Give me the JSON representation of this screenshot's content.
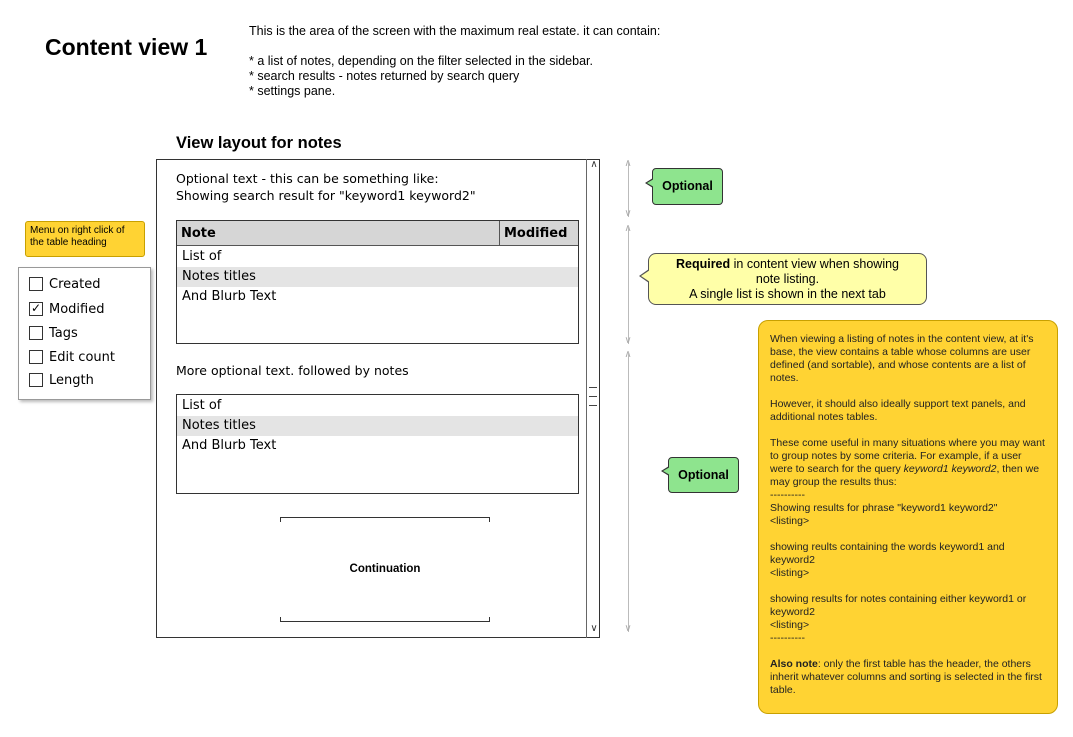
{
  "title": "Content view 1",
  "intro": {
    "line1": "This is the area of the screen with the maximum real estate. it can contain:",
    "bullet1": "* a list of notes, depending on the filter selected in the sidebar.",
    "bullet2": "* search results - notes returned by search query",
    "bullet3": "* settings pane."
  },
  "view_heading": "View layout for notes",
  "optional_text": {
    "line1": "Optional text - this can be something like:",
    "line2": "Showing search result for \"keyword1 keyword2\""
  },
  "table1": {
    "headers": [
      "Note",
      "Modified"
    ],
    "rows": [
      "List of",
      "Notes titles",
      "And Blurb Text"
    ]
  },
  "more_text": "More optional text. followed by notes",
  "table2": {
    "rows": [
      "List of",
      "Notes titles",
      "And Blurb Text"
    ]
  },
  "continuation": "Continuation",
  "callouts": {
    "optional1": "Optional",
    "optional2": "Optional",
    "required_bold": "Required",
    "required_rest": " in content view when showing",
    "required_line2": "note listing.",
    "required_line3": "A single list is shown in the next tab"
  },
  "menu_note": "Menu on right click of the table heading",
  "column_menu": {
    "items": [
      {
        "label": "Created",
        "checked": false
      },
      {
        "label": "Modified",
        "checked": true
      },
      {
        "label": "Tags",
        "checked": false
      },
      {
        "label": "Edit count",
        "checked": false
      },
      {
        "label": "Length",
        "checked": false
      }
    ]
  },
  "big_note": {
    "p1": "When viewing a listing of notes in the content view, at it's base, the view contains a table whose columns are user defined (and sortable), and whose contents are a list of notes.",
    "p2": "However, it should also ideally support text panels, and additional notes tables.",
    "p3_a": "These come useful in many situations where you may want to group notes by some criteria. For example, if a user were to search for the query ",
    "p3_query": "keyword1 keyword2",
    "p3_b": ", then we may group the results thus:",
    "sep1": "----------",
    "g1_a": "Showing results for phrase \"keyword1 keyword2\"",
    "listing1": "<listing>",
    "g2_a": "showing reults containing the words keyword1 and keyword2",
    "listing2": "<listing>",
    "g3_a": "showing results for notes containing either keyword1 or keyword2",
    "listing3": "<listing>",
    "sep2": "----------",
    "also_bold": "Also note",
    "also_rest": ": only the first table has the header, the others inherit whatever columns and sorting is selected in the first table."
  },
  "colors": {
    "note_yellow": "#ffd333",
    "callout_green": "#8ee48e",
    "callout_pale_yellow": "#ffffa8"
  }
}
